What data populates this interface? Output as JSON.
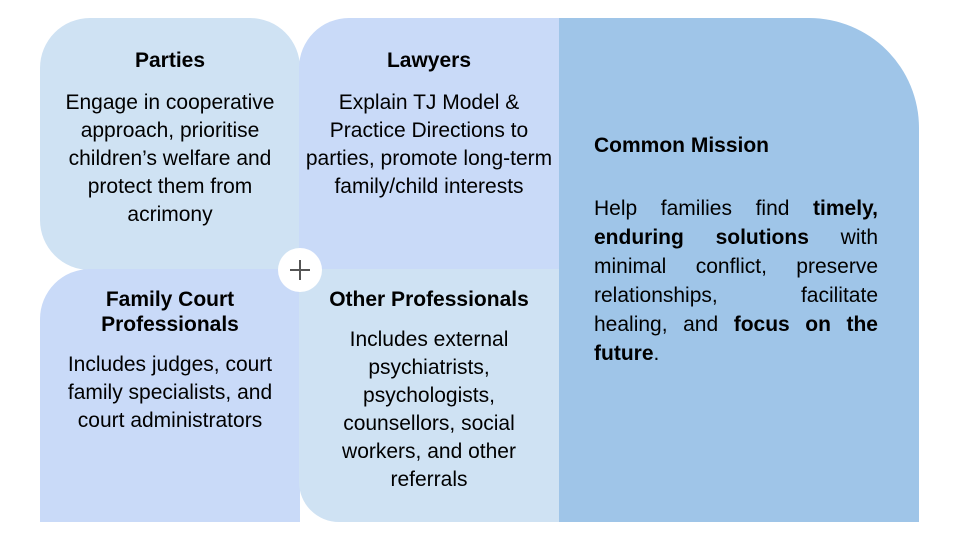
{
  "quadrants": [
    {
      "title": "Parties",
      "body": "Engage in cooperative approach, prioritise children’s welfare and protect them from acrimony"
    },
    {
      "title": "Lawyers",
      "body": "Explain TJ Model & Practice Directions to parties, promote long-term family/child interests"
    },
    {
      "title": "Family Court Professionals",
      "body": "Includes judges, court family specialists, and court administrators"
    },
    {
      "title": "Other Professionals",
      "body": "Includes external psychiatrists, psychologists, counsellors, social workers, and other referrals"
    }
  ],
  "mission": {
    "title": "Common Mission",
    "segments": [
      {
        "text": "Help families find ",
        "bold": false
      },
      {
        "text": "timely, enduring solutions",
        "bold": true
      },
      {
        "text": " with minimal conflict, preserve relationships, facilitate healing, and ",
        "bold": false
      },
      {
        "text": "focus on the future",
        "bold": true
      },
      {
        "text": ".",
        "bold": false
      }
    ]
  },
  "connector_symbol": "+",
  "colors": {
    "light_blue": "#cfe2f3",
    "periwinkle": "#c9daf8",
    "mission_blue": "#9fc5e8"
  }
}
